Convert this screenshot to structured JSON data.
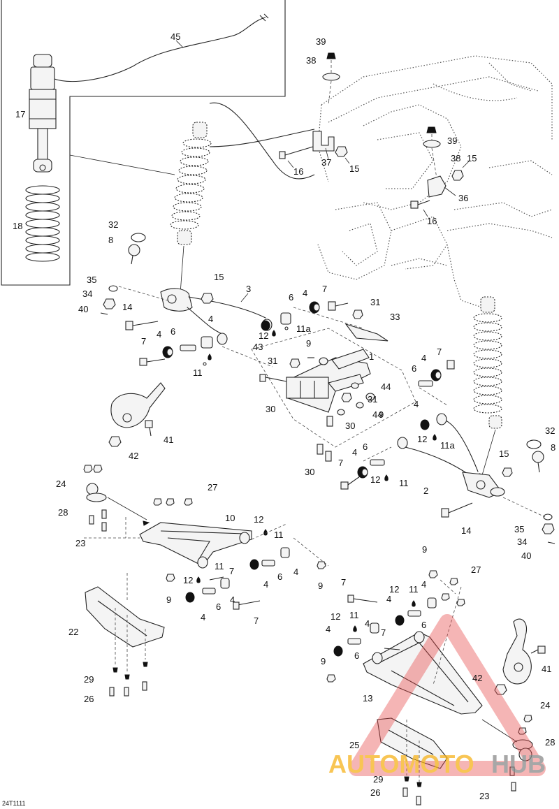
{
  "diagram_code": "24T1111",
  "watermark": {
    "brand_part_a": "AUTOMOTO",
    "brand_part_b": "HUB",
    "color_a": "#f6b21b",
    "color_b": "#8a8a8a",
    "triangle_color": "#e84a4a"
  },
  "labels": {
    "l45": "45",
    "l17": "17",
    "l18": "18",
    "l39a": "39",
    "l38a": "38",
    "l39b": "39",
    "l38b": "38",
    "l16a": "16",
    "l37": "37",
    "l15a": "15",
    "l15b": "15",
    "l36": "36",
    "l16b": "16",
    "l32a": "32",
    "l8a": "8",
    "l35a": "35",
    "l34a": "34",
    "l40a": "40",
    "l15c": "15",
    "l14a": "14",
    "l3": "3",
    "l6a": "6",
    "l4a": "4",
    "l7a": "7",
    "l31a": "31",
    "l33": "33",
    "l11a1": "11a",
    "l4b": "4",
    "l6b": "6",
    "l4c": "4",
    "l7b": "7",
    "l12a": "12",
    "l11a": "11",
    "l43": "43",
    "l9a": "9",
    "l1": "1",
    "l31b": "31",
    "l44a": "44",
    "l31c": "31",
    "l44b": "44",
    "l9b": "9",
    "l30a": "30",
    "l30b": "30",
    "l30c": "30",
    "l7c": "7",
    "l6c": "6",
    "l4d": "4",
    "l12b": "12",
    "l11a2": "11a",
    "l4e": "4",
    "l6d": "6",
    "l4f": "4",
    "l7d": "7",
    "l12c": "12",
    "l11b": "11",
    "l2": "2",
    "l15d": "15",
    "l32b": "32",
    "l8b": "8",
    "l14b": "14",
    "l35b": "35",
    "l34b": "34",
    "l40b": "40",
    "l41a": "41",
    "l42a": "42",
    "l24a": "24",
    "l27a": "27",
    "l28a": "28",
    "l23a": "23",
    "l10": "10",
    "l12d": "12",
    "l11c": "11",
    "l7e": "7",
    "l11d": "11",
    "l12e": "12",
    "l6e": "6",
    "l4g": "4",
    "l9c": "9",
    "l4h": "4",
    "l6f": "6",
    "l4i": "4",
    "l7f": "7",
    "l9d": "9",
    "l22": "22",
    "l29a": "29",
    "l26a": "26",
    "l9e": "9",
    "l27b": "27",
    "l7g": "7",
    "l12f": "12",
    "l11e": "11",
    "l4j": "4",
    "l4k": "4",
    "l6g": "6",
    "l12g": "12",
    "l11f": "11",
    "l4l": "4",
    "l7h": "7",
    "l4m": "4",
    "l6h": "6",
    "l9f": "9",
    "l41b": "41",
    "l42b": "42",
    "l13": "13",
    "l24b": "24",
    "l28b": "28",
    "l25": "25",
    "l29b": "29",
    "l26b": "26",
    "l23b": "23"
  }
}
